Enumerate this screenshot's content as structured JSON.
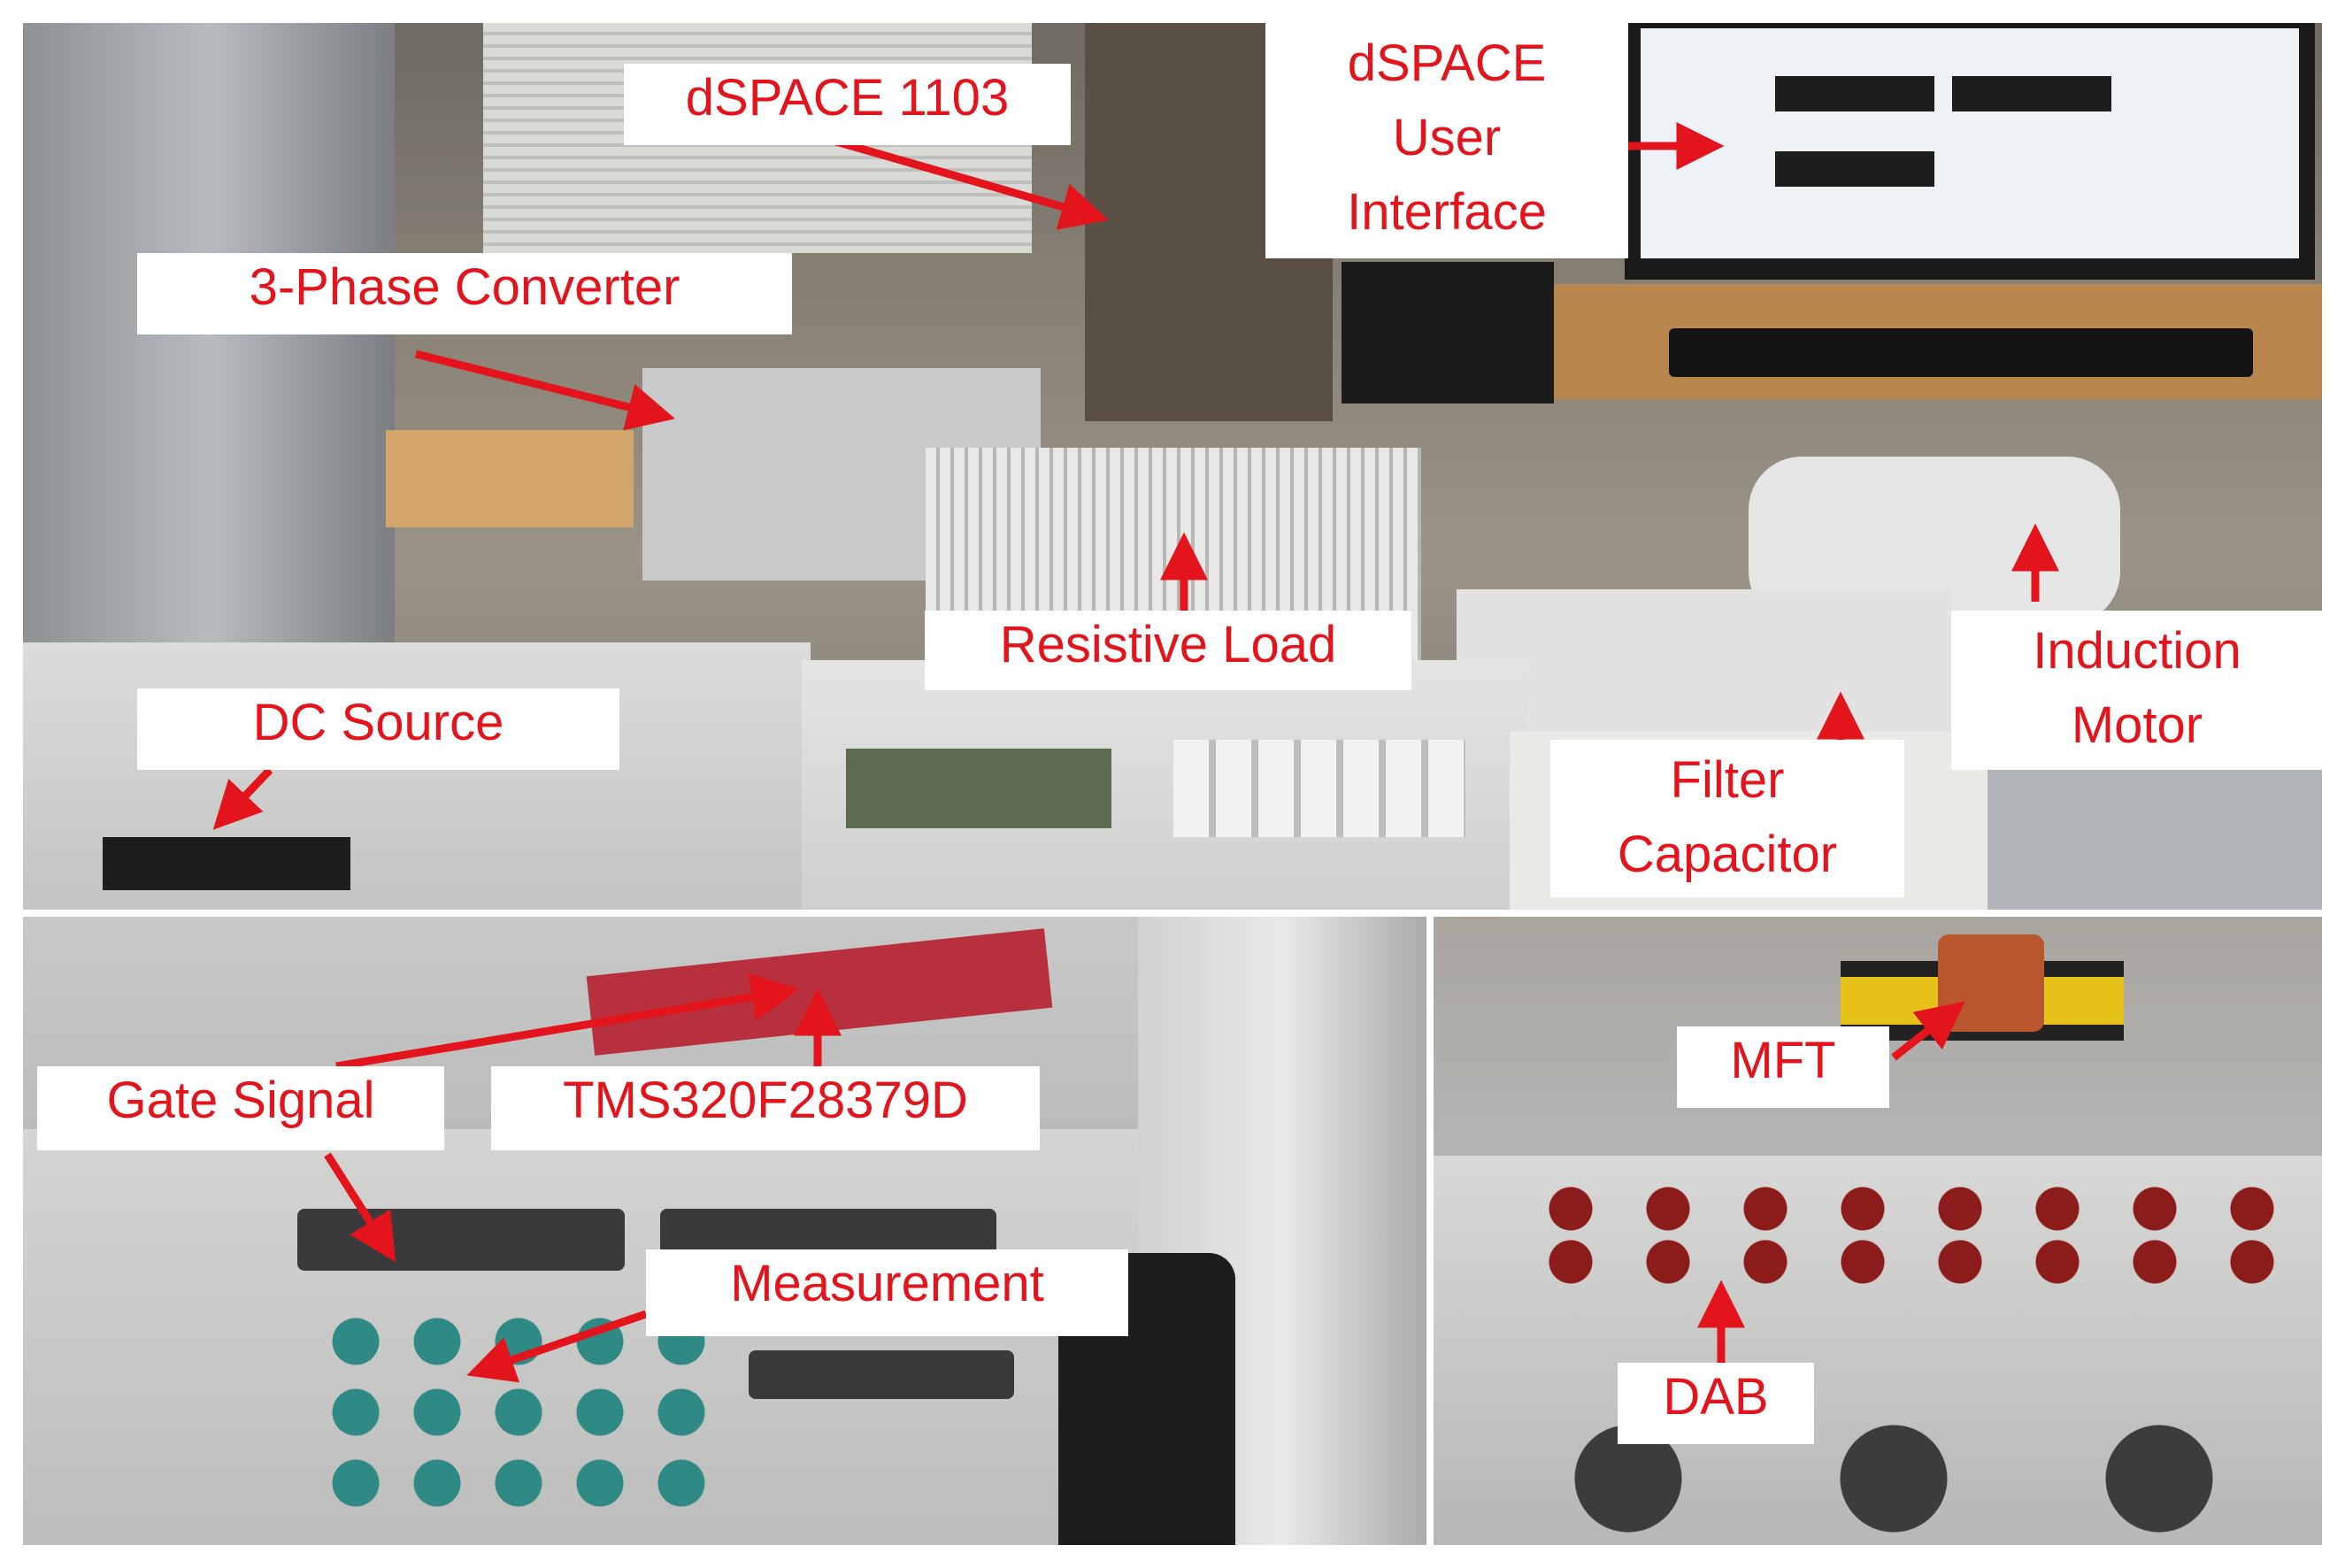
{
  "labels": {
    "dspace_1103": "dSPACE 1103",
    "dspace_ui": "dSPACE\nUser\nInterface",
    "three_phase_converter": "3-Phase Converter",
    "resistive_load": "Resistive Load",
    "induction_motor": "Induction\nMotor",
    "dc_source": "DC Source",
    "filter_capacitor": "Filter\nCapacitor",
    "gate_signal": "Gate Signal",
    "tms": "TMS320F28379D",
    "mft": "MFT",
    "measurement": "Measurement",
    "dab": "DAB"
  },
  "colors": {
    "label_text": "#e3141b",
    "arrow": "#e3141b",
    "label_bg": "#ffffff"
  }
}
